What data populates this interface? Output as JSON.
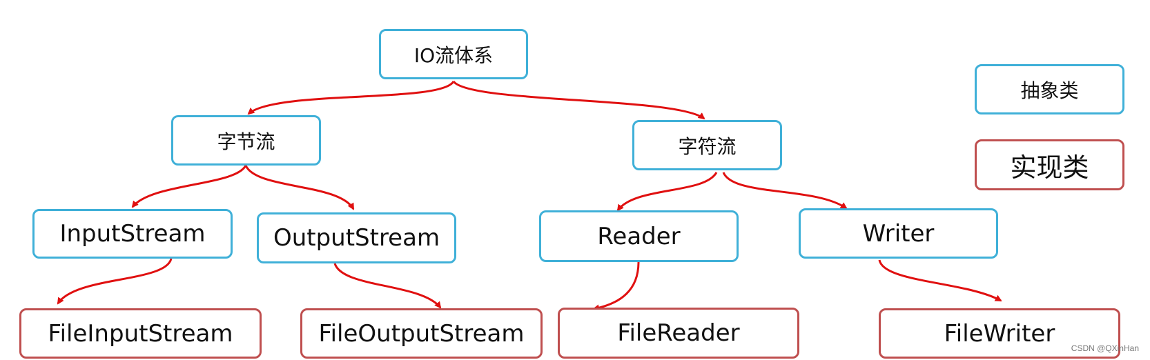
{
  "nodes": {
    "root": "IO流体系",
    "byte_stream": "字节流",
    "char_stream": "字符流",
    "input_stream": "InputStream",
    "output_stream": "OutputStream",
    "reader": "Reader",
    "writer": "Writer",
    "file_input_stream": "FileInputStream",
    "file_output_stream": "FileOutputStream",
    "file_reader": "FileReader",
    "file_writer": "FileWriter"
  },
  "legend": {
    "abstract_label": "抽象类",
    "impl_label": "实现类"
  },
  "watermark": "CSDN @QXinHan",
  "colors": {
    "abstract_border": "#3fb0d8",
    "impl_border": "#bf4f4f",
    "arrow": "#e01010"
  }
}
